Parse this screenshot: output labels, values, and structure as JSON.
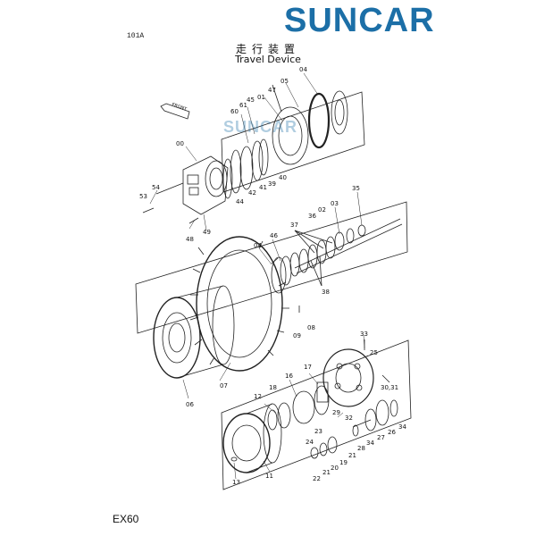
{
  "brand": {
    "name": "SUNCAR",
    "color": "#1c6fa7"
  },
  "page_code": "101A",
  "title_cn": "走行装置",
  "title_en": "Travel Device",
  "front_tag": "FRONT",
  "watermark": "SUNCAR",
  "model": "EX60",
  "parts": [
    {
      "id": "04a",
      "label": "04"
    },
    {
      "id": "05",
      "label": "05"
    },
    {
      "id": "47",
      "label": "47"
    },
    {
      "id": "45",
      "label": "45"
    },
    {
      "id": "01",
      "label": "01"
    },
    {
      "id": "61",
      "label": "61"
    },
    {
      "id": "60",
      "label": "60"
    },
    {
      "id": "00",
      "label": "00"
    },
    {
      "id": "54",
      "label": "54"
    },
    {
      "id": "53",
      "label": "53"
    },
    {
      "id": "40",
      "label": "40"
    },
    {
      "id": "39",
      "label": "39"
    },
    {
      "id": "41",
      "label": "41"
    },
    {
      "id": "42",
      "label": "42"
    },
    {
      "id": "44",
      "label": "44"
    },
    {
      "id": "49",
      "label": "49"
    },
    {
      "id": "48",
      "label": "48"
    },
    {
      "id": "35",
      "label": "35"
    },
    {
      "id": "03",
      "label": "03"
    },
    {
      "id": "02",
      "label": "02"
    },
    {
      "id": "36",
      "label": "36"
    },
    {
      "id": "37",
      "label": "37"
    },
    {
      "id": "46",
      "label": "46"
    },
    {
      "id": "04b",
      "label": "04"
    },
    {
      "id": "38",
      "label": "38"
    },
    {
      "id": "08",
      "label": "08"
    },
    {
      "id": "09",
      "label": "09"
    },
    {
      "id": "33",
      "label": "33"
    },
    {
      "id": "25",
      "label": "25"
    },
    {
      "id": "17",
      "label": "17"
    },
    {
      "id": "16",
      "label": "16"
    },
    {
      "id": "18",
      "label": "18"
    },
    {
      "id": "12",
      "label": "12"
    },
    {
      "id": "30_31",
      "label": "30,31"
    },
    {
      "id": "07",
      "label": "07"
    },
    {
      "id": "06",
      "label": "06"
    },
    {
      "id": "29",
      "label": "29"
    },
    {
      "id": "32",
      "label": "32"
    },
    {
      "id": "26",
      "label": "26"
    },
    {
      "id": "34a",
      "label": "34"
    },
    {
      "id": "27",
      "label": "27"
    },
    {
      "id": "34b",
      "label": "34"
    },
    {
      "id": "28",
      "label": "28"
    },
    {
      "id": "23",
      "label": "23"
    },
    {
      "id": "24",
      "label": "24"
    },
    {
      "id": "19",
      "label": "19"
    },
    {
      "id": "21a",
      "label": "21"
    },
    {
      "id": "20",
      "label": "20"
    },
    {
      "id": "21b",
      "label": "21"
    },
    {
      "id": "22",
      "label": "22"
    },
    {
      "id": "11",
      "label": "11"
    },
    {
      "id": "13",
      "label": "13"
    }
  ]
}
